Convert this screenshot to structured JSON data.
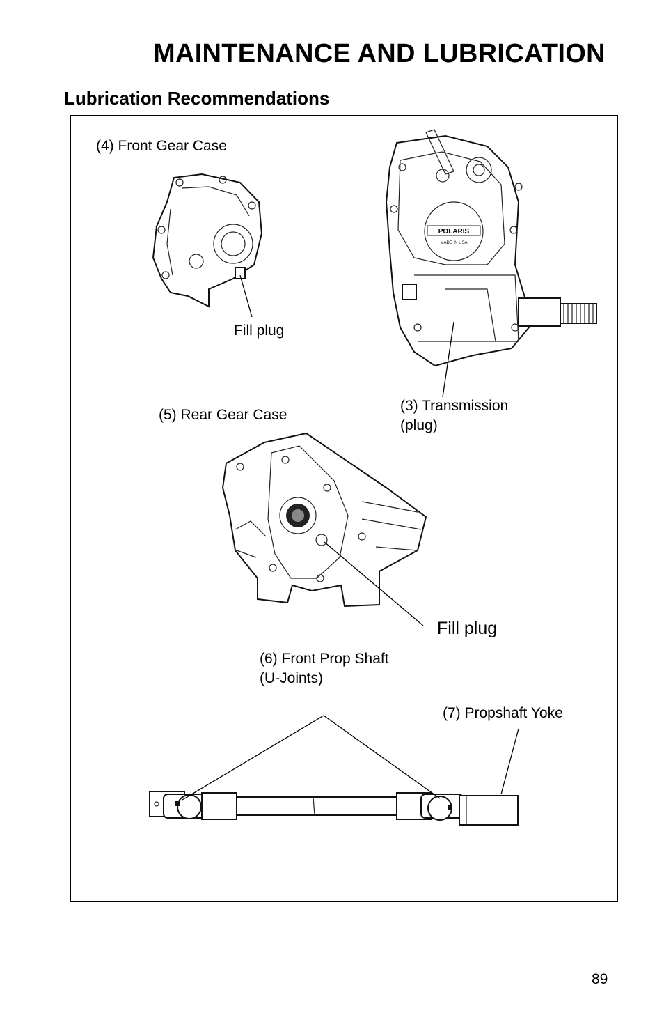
{
  "page": {
    "title": "MAINTENANCE AND LUBRICATION",
    "subtitle": "Lubrication Recommendations",
    "page_number": "89"
  },
  "labels": {
    "front_gear_case": "(4) Front Gear Case",
    "front_fill_plug": "Fill plug",
    "transmission_line1": "(3) Transmission",
    "transmission_line2": "(plug)",
    "rear_gear_case": "(5) Rear Gear Case",
    "rear_fill_plug": "Fill plug",
    "prop_shaft_line1": "(6) Front Prop Shaft",
    "prop_shaft_line2": "(U-Joints)",
    "propshaft_yoke": "(7) Propshaft Yoke"
  },
  "illustration_markings": {
    "transmission_brand": "POLARIS",
    "transmission_origin": "MADE IN USA"
  }
}
